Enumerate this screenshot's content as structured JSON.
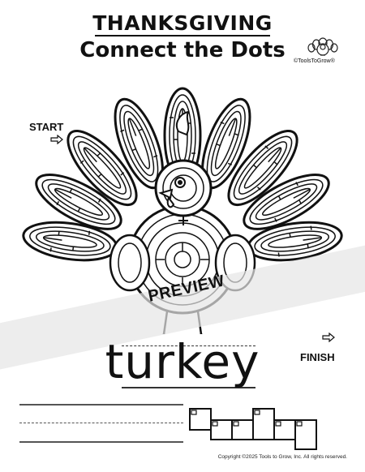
{
  "header": {
    "title": "THANKSGIVING",
    "subtitle": "Connect the Dots"
  },
  "brand": {
    "logo_icon": "turkey-logo-icon",
    "text": "©ToolsToGrow®"
  },
  "maze": {
    "start_label": "START",
    "finish_label": "FINISH",
    "arrow_icon": "right-arrow-icon"
  },
  "watermark": "PREVIEW",
  "word": "turkey",
  "copyright": "Copyright ©2025 Tools to Grow, Inc. All rights reserved."
}
